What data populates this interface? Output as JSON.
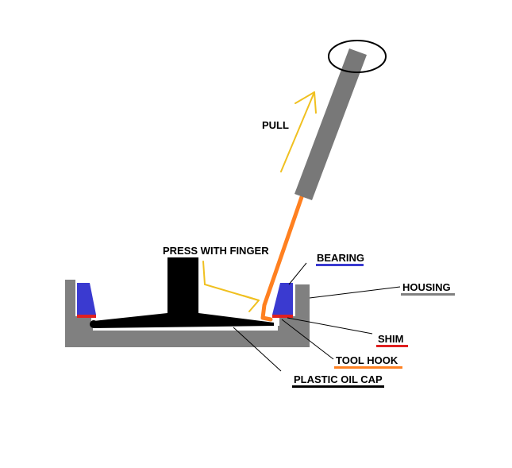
{
  "labels": {
    "pull": "PULL",
    "press": "PRESS WITH FINGER",
    "bearing": "BEARING",
    "housing": "HOUSING",
    "shim": "SHIM",
    "tool_hook": "TOOL HOOK",
    "oil_cap": "PLASTIC OIL CAP"
  },
  "colors": {
    "housing": "#808080",
    "bearing": "#3a3ad0",
    "shim": "#e02020",
    "tool_hook": "#ff8020",
    "tool_handle": "#787878",
    "oil_cap": "#000000",
    "arrow": "#f0c020",
    "underline_bearing": "#3a3ad0",
    "underline_housing": "#808080",
    "underline_shim": "#e02020",
    "underline_tool_hook": "#ff8020",
    "underline_oil_cap": "#000000"
  }
}
